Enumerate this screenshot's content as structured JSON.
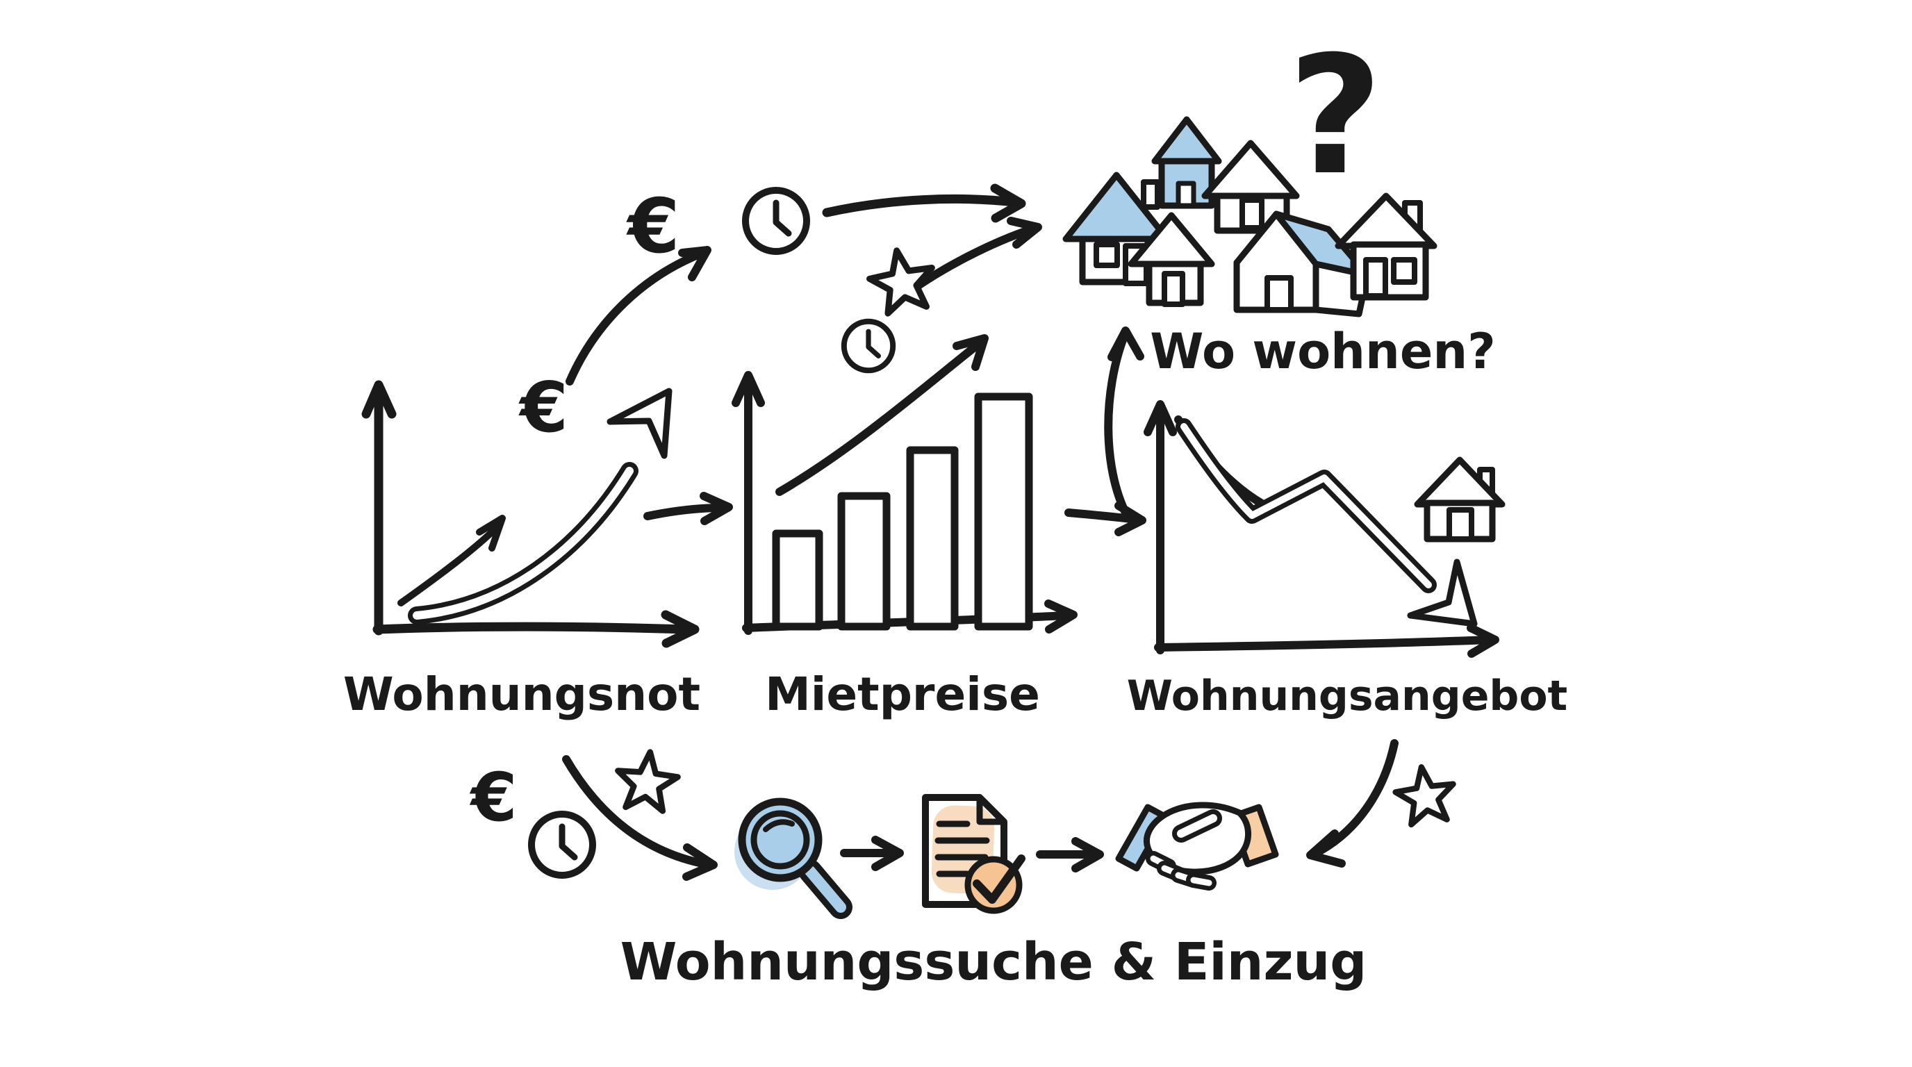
{
  "labels": {
    "wohnungsnot": "Wohnungsnot",
    "mietpreise": "Mietpreise",
    "wohnungsangebot": "Wohnungsangebot",
    "wo_wohnen": "Wo wohnen?",
    "wohnungssuche": "Wohnungssuche & Einzug"
  },
  "symbols": {
    "euro": "€",
    "question_mark": "?"
  },
  "colors": {
    "ink": "#1a1a1a",
    "paper": "#ffffff",
    "blue": "#a9cee9",
    "blue-shadow": "#cadff2",
    "peach": "#f8dcc0",
    "peach-deep": "#f6c493",
    "peach-sleeve": "#f8cfa4"
  },
  "icons": {
    "euro-icon": "€ glyph",
    "clock-icon": "circle with hands",
    "star-icon": "five point star outline",
    "question-mark-icon": "? glyph",
    "house-icon": "sketched house, some roofs light blue",
    "magnifier-icon": "blue magnifying glass",
    "document-icon": "sheet with lines and check circle",
    "handshake-icon": "handshake with blue and peach sleeves",
    "arrow-icon": "hand drawn arrows connecting steps"
  },
  "chart_data": [
    {
      "type": "line",
      "title": "Wohnungsnot",
      "trend": "increasing",
      "notes": "sketched axes, small rising arrow and large hollow rising arrow, no tick values",
      "annotations": [
        "€"
      ]
    },
    {
      "type": "bar",
      "title": "Mietpreise",
      "categories": [
        "",
        "",
        "",
        ""
      ],
      "bar_heights_rel": [
        0.4,
        0.57,
        0.77,
        1.0
      ],
      "trend": "increasing",
      "notes": "four unlabeled bars with rising arrow above, clock icon above chart"
    },
    {
      "type": "line",
      "title": "Wohnungsangebot",
      "trend": "decreasing",
      "notes": "hollow zigzag arrow declining to lower right, small house beside it"
    }
  ]
}
